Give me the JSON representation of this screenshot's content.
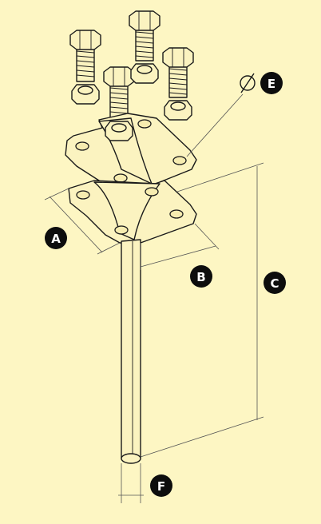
{
  "diagram": {
    "labels": {
      "a": "A",
      "b": "B",
      "c": "C",
      "e": "E",
      "f": "F"
    },
    "colors": {
      "background": "#fdf6c3",
      "part_fill": "#fbf3c0",
      "outline": "#1a1a1a",
      "badge": "#0d0d0d"
    }
  }
}
